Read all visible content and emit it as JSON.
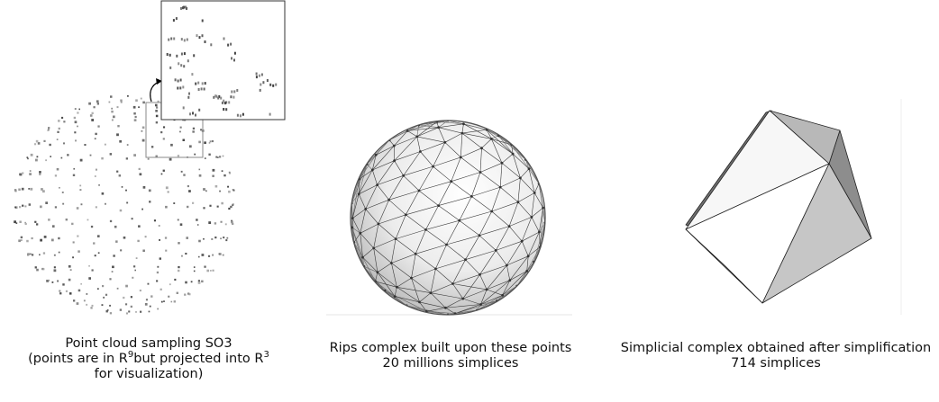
{
  "panels": {
    "point_cloud": {
      "caption_line1": "Point cloud sampling SO3",
      "caption_line2_a": "(points are in R",
      "caption_line2_sup1": "9",
      "caption_line2_b": "but projected into R",
      "caption_line2_sup2": "3",
      "caption_line3": "for visualization)"
    },
    "rips_complex": {
      "caption_line1": "Rips complex built upon these points",
      "caption_line2": "20 millions simplices"
    },
    "simplified_complex": {
      "caption_line1": "Simplicial complex obtained after simplification",
      "caption_line2": "714 simplices"
    }
  }
}
